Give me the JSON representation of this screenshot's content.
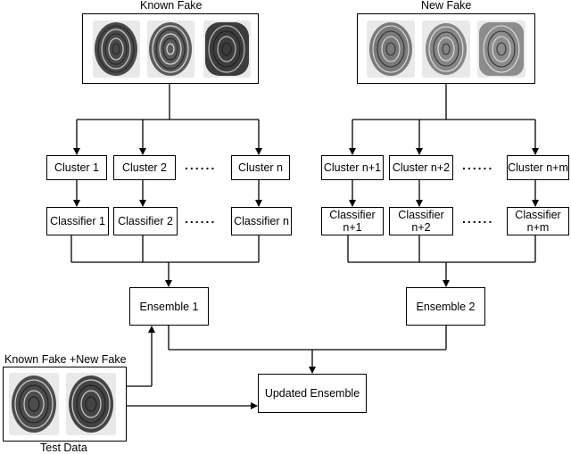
{
  "top_left": {
    "title": "Known Fake",
    "images": [
      "fingerprint-icon",
      "fingerprint-icon",
      "fingerprint-icon"
    ]
  },
  "top_right": {
    "title": "New Fake",
    "images": [
      "fingerprint-icon",
      "fingerprint-icon",
      "fingerprint-icon"
    ]
  },
  "clusters_left": [
    "Cluster 1",
    "Cluster 2",
    "Cluster n"
  ],
  "classifiers_left": [
    "Classifier 1",
    "Classifier 2",
    "Classifier n"
  ],
  "clusters_right": [
    "Cluster n+1",
    "Cluster n+2",
    "Cluster n+m"
  ],
  "classifiers_right": [
    "Classifier\nn+1",
    "Classifier\nn+2",
    "Classifier\nn+m"
  ],
  "dots": "......",
  "ensemble1": "Ensemble 1",
  "ensemble2": "Ensemble 2",
  "updated": "Updated Ensemble",
  "test": {
    "title": "Known Fake +New Fake",
    "caption": "Test Data",
    "images": [
      "fingerprint-icon",
      "fingerprint-icon"
    ]
  }
}
